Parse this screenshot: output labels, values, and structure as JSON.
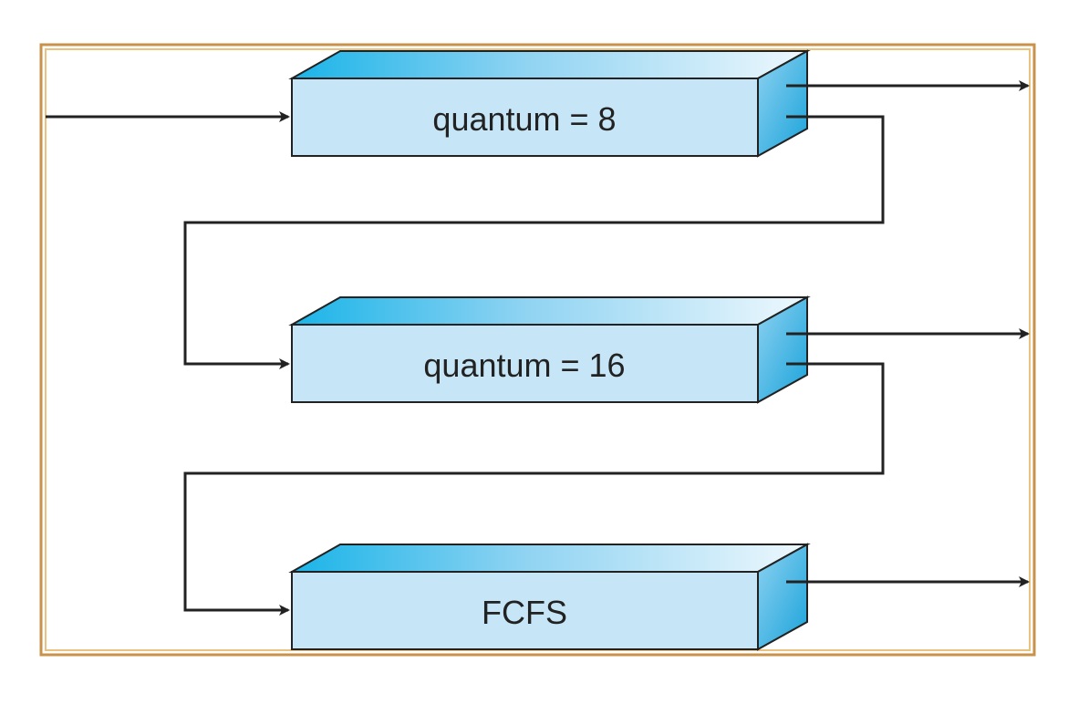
{
  "queues": [
    {
      "label": "quantum = 8"
    },
    {
      "label": "quantum = 16"
    },
    {
      "label": "FCFS"
    }
  ],
  "colors": {
    "frame_outer": "#c8924a",
    "frame_inner": "#e8c27e",
    "box_front": "#c6e6f7",
    "box_top_dark": "#1ab4e8",
    "box_top_light": "#e6f4fc",
    "box_side_dark": "#1aa7dc",
    "box_side_light": "#a9dcf3",
    "stroke": "#222222",
    "text": "#222222"
  }
}
